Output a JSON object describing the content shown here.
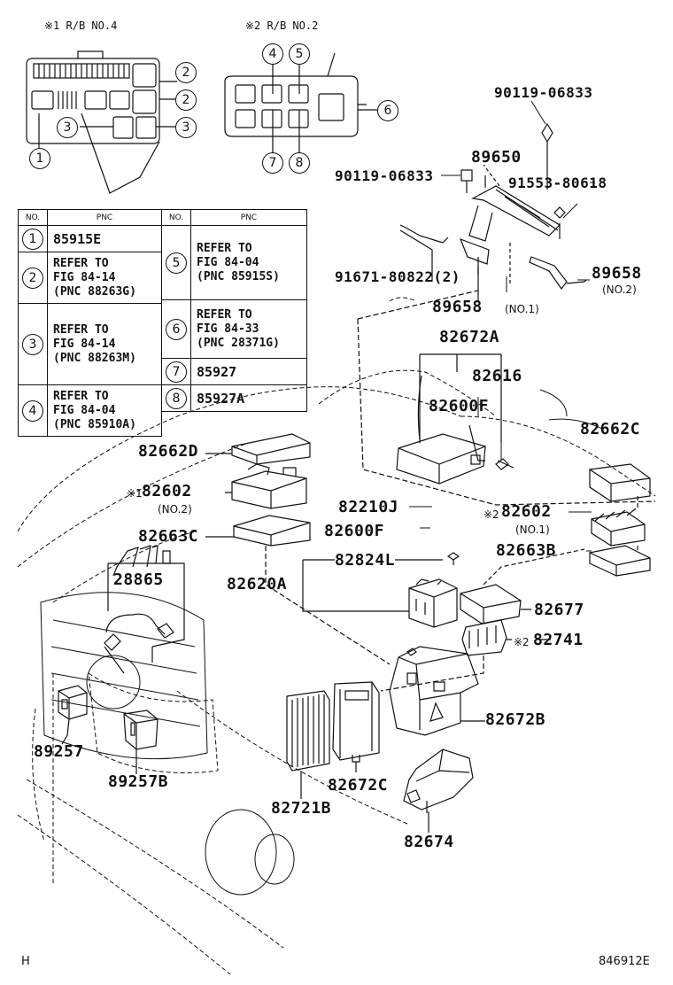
{
  "header": {
    "rb_no4": "※1 R/B NO.4",
    "rb_no2": "※2 R/B NO.2"
  },
  "table": {
    "col_no": "NO.",
    "col_pnc": "PNC",
    "left": [
      {
        "no": "1",
        "pnc": "85915E"
      },
      {
        "no": "2",
        "pnc": "REFER TO\nFIG 84-14\n(PNC 88263G)"
      },
      {
        "no": "3",
        "pnc": "REFER TO\nFIG 84-14\n(PNC 88263M)"
      },
      {
        "no": "4",
        "pnc": "REFER TO\nFIG 84-04\n(PNC 85910A)"
      }
    ],
    "right": [
      {
        "no": "5",
        "pnc": "REFER TO\nFIG 84-04\n(PNC 85915S)"
      },
      {
        "no": "6",
        "pnc": "REFER TO\nFIG 84-33\n(PNC 28371G)"
      },
      {
        "no": "7",
        "pnc": "85927"
      },
      {
        "no": "8",
        "pnc": "85927A"
      }
    ]
  },
  "callouts": {
    "rb4": [
      "2",
      "2",
      "3",
      "3",
      "1"
    ],
    "rb2": [
      "4",
      "5",
      "6",
      "7",
      "8"
    ]
  },
  "parts": {
    "p90119_top": "90119-06833",
    "p89650": "89650",
    "p90119_left": "90119-06833",
    "p91553": "91553-80618",
    "p91671": "91671-80822(2)",
    "p89658_no2": "89658",
    "p89658_no2_note": "(NO.2)",
    "p89658_no1": "89658",
    "p89658_no1_note": "(NO.1)",
    "p82672A": "82672A",
    "p82616": "82616",
    "p82600F_top": "82600F",
    "p82662C": "82662C",
    "p82662D": "82662D",
    "p82602_no2_mark": "※1",
    "p82602_no2": "82602",
    "p82602_no2_note": "(NO.2)",
    "p82210J": "82210J",
    "p82602_no1_mark": "※2",
    "p82602_no1": "82602",
    "p82602_no1_note": "(NO.1)",
    "p82600F_mid": "82600F",
    "p82663C": "82663C",
    "p82663B": "82663B",
    "p82824L": "82824L",
    "p82620A": "82620A",
    "p28865": "28865",
    "p82677": "82677",
    "p82741_mark": "※2",
    "p82741": "82741",
    "p82672B": "82672B",
    "p89257": "89257",
    "p89257B": "89257B",
    "p82672C": "82672C",
    "p82721B": "82721B",
    "p82674": "82674"
  },
  "footer": {
    "left_code": "H",
    "drawing_no": "846912E"
  }
}
